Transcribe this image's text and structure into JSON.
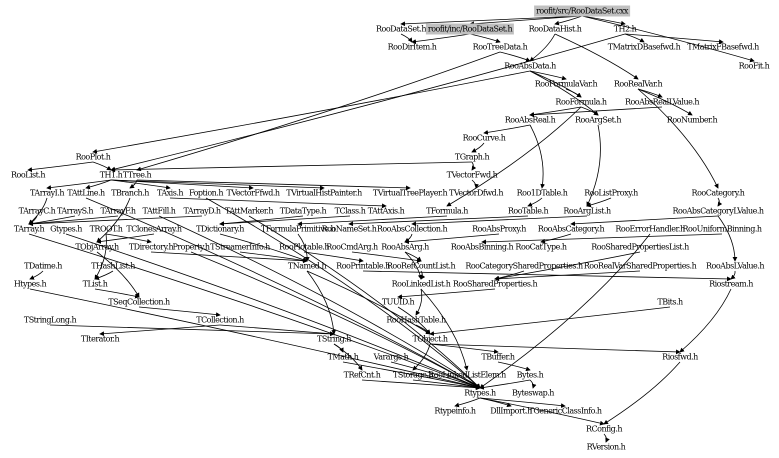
{
  "graph": {
    "title": "roofit/src/RooDataSet.cxx",
    "colors": {
      "root_fill": "#c0c0c0",
      "edge": "#000000",
      "background": "#ffffff"
    },
    "nodes": [
      {
        "id": "n0",
        "label": "roofit/src/RooDataSet.cxx",
        "root": true
      },
      {
        "id": "n1",
        "label": "RooDataSet.h"
      },
      {
        "id": "n2",
        "label": "roofit/inc/RooDataSet.h",
        "root": true
      },
      {
        "id": "n3",
        "label": "RooDataHist.h"
      },
      {
        "id": "n4",
        "label": "TH2.h"
      },
      {
        "id": "n5",
        "label": "RooDirItem.h"
      },
      {
        "id": "n6",
        "label": "RooTreeData.h"
      },
      {
        "id": "n7",
        "label": "TMatrixDBasefwd.h"
      },
      {
        "id": "n8",
        "label": "TMatrixFBasefwd.h"
      },
      {
        "id": "n9",
        "label": "RooFit.h"
      },
      {
        "id": "n10",
        "label": "RooAbsData.h"
      },
      {
        "id": "n11",
        "label": "RooFormulaVar.h"
      },
      {
        "id": "n12",
        "label": "RooRealVar.h"
      },
      {
        "id": "n13",
        "label": "RooFormula.h"
      },
      {
        "id": "n14",
        "label": "RooAbsRealLValue.h"
      },
      {
        "id": "n15",
        "label": "RooAbsReal.h"
      },
      {
        "id": "n16",
        "label": "RooArgSet.h"
      },
      {
        "id": "n17",
        "label": "RooNumber.h"
      },
      {
        "id": "n18",
        "label": "RooCurve.h"
      },
      {
        "id": "n19",
        "label": "RooPlot.h"
      },
      {
        "id": "n20",
        "label": "TGraph.h"
      },
      {
        "id": "n21",
        "label": "RooList.h"
      },
      {
        "id": "n22",
        "label": "TH1.h"
      },
      {
        "id": "n23",
        "label": "TTree.h"
      },
      {
        "id": "n24",
        "label": "TVectorFwd.h"
      },
      {
        "id": "n25",
        "label": "TArrayI.h"
      },
      {
        "id": "n26",
        "label": "TAttLine.h"
      },
      {
        "id": "n27",
        "label": "TBranch.h"
      },
      {
        "id": "n28",
        "label": "TAxis.h"
      },
      {
        "id": "n29",
        "label": "Foption.h"
      },
      {
        "id": "n30",
        "label": "TVectorFfwd.h"
      },
      {
        "id": "n31",
        "label": "TVirtualHistPainter.h"
      },
      {
        "id": "n32",
        "label": "TVirtualTreePlayer.h"
      },
      {
        "id": "n33",
        "label": "TVectorDfwd.h"
      },
      {
        "id": "n34",
        "label": "Roo1DTable.h"
      },
      {
        "id": "n35",
        "label": "RooListProxy.h"
      },
      {
        "id": "n36",
        "label": "RooCategory.h"
      },
      {
        "id": "n37",
        "label": "TArrayC.h"
      },
      {
        "id": "n38",
        "label": "TArrayS.h"
      },
      {
        "id": "n39",
        "label": "TArrayF.h"
      },
      {
        "id": "n40",
        "label": "TAttFill.h"
      },
      {
        "id": "n41",
        "label": "TArrayD.h"
      },
      {
        "id": "n42",
        "label": "TAttMarker.h"
      },
      {
        "id": "n43",
        "label": "TDataType.h"
      },
      {
        "id": "n44",
        "label": "TClass.h"
      },
      {
        "id": "n45",
        "label": "TAttAxis.h"
      },
      {
        "id": "n46",
        "label": "TFormula.h"
      },
      {
        "id": "n47",
        "label": "RooTable.h"
      },
      {
        "id": "n48",
        "label": "RooArgList.h"
      },
      {
        "id": "n49",
        "label": "RooAbsCategoryLValue.h"
      },
      {
        "id": "n50",
        "label": "TArray.h"
      },
      {
        "id": "n51",
        "label": "Gtypes.h"
      },
      {
        "id": "n52",
        "label": "TROOT.h"
      },
      {
        "id": "n53",
        "label": "TClonesArray.h"
      },
      {
        "id": "n54",
        "label": "TDictionary.h"
      },
      {
        "id": "n55",
        "label": "TFormulaPrimitive.h"
      },
      {
        "id": "n56",
        "label": "RooNameSet.h"
      },
      {
        "id": "n57",
        "label": "RooAbsCollection.h"
      },
      {
        "id": "n58",
        "label": "RooAbsProxy.h"
      },
      {
        "id": "n59",
        "label": "RooAbsCategory.h"
      },
      {
        "id": "n60",
        "label": "RooErrorHandler.h"
      },
      {
        "id": "n61",
        "label": "RooUniformBinning.h"
      },
      {
        "id": "n62",
        "label": "TObjArray.h"
      },
      {
        "id": "n63",
        "label": "TDirectory.h"
      },
      {
        "id": "n64",
        "label": "Property.h"
      },
      {
        "id": "n65",
        "label": "TStreamerInfo.h"
      },
      {
        "id": "n66",
        "label": "RooPlotable.h"
      },
      {
        "id": "n67",
        "label": "RooCmdArg.h"
      },
      {
        "id": "n68",
        "label": "RooAbsArg.h"
      },
      {
        "id": "n69",
        "label": "RooAbsBinning.h"
      },
      {
        "id": "n70",
        "label": "RooCatType.h"
      },
      {
        "id": "n71",
        "label": "RooSharedPropertiesList.h"
      },
      {
        "id": "n72",
        "label": "TDatime.h"
      },
      {
        "id": "n73",
        "label": "THashList.h"
      },
      {
        "id": "n74",
        "label": "TNamed.h"
      },
      {
        "id": "n75",
        "label": "RooPrintable.h"
      },
      {
        "id": "n76",
        "label": "RooRefCountList.h"
      },
      {
        "id": "n77",
        "label": "RooCategorySharedProperties.h"
      },
      {
        "id": "n78",
        "label": "RooRealVarSharedProperties.h"
      },
      {
        "id": "n79",
        "label": "RooAbsLValue.h"
      },
      {
        "id": "n80",
        "label": "Htypes.h"
      },
      {
        "id": "n81",
        "label": "TList.h"
      },
      {
        "id": "n82",
        "label": "RooLinkedList.h"
      },
      {
        "id": "n83",
        "label": "RooSharedProperties.h"
      },
      {
        "id": "n84",
        "label": "Riostream.h"
      },
      {
        "id": "n85",
        "label": "TSeqCollection.h"
      },
      {
        "id": "n86",
        "label": "TUUID.h"
      },
      {
        "id": "n87",
        "label": "TBits.h"
      },
      {
        "id": "n88",
        "label": "TStringLong.h"
      },
      {
        "id": "n89",
        "label": "TCollection.h"
      },
      {
        "id": "n90",
        "label": "RooHashTable.h"
      },
      {
        "id": "n91",
        "label": "TIterator.h"
      },
      {
        "id": "n92",
        "label": "TString.h"
      },
      {
        "id": "n93",
        "label": "TObject.h"
      },
      {
        "id": "n94",
        "label": "TMath.h"
      },
      {
        "id": "n95",
        "label": "Varargs.h"
      },
      {
        "id": "n96",
        "label": "TBuffer.h"
      },
      {
        "id": "n97",
        "label": "Riosfwd.h"
      },
      {
        "id": "n98",
        "label": "TRefCnt.h"
      },
      {
        "id": "n99",
        "label": "TStorage.h"
      },
      {
        "id": "n100",
        "label": "RooLinkedListElem.h"
      },
      {
        "id": "n101",
        "label": "Bytes.h"
      },
      {
        "id": "n102",
        "label": "Rtypes.h"
      },
      {
        "id": "n103",
        "label": "Byteswap.h"
      },
      {
        "id": "n104",
        "label": "Rtypeinfo.h"
      },
      {
        "id": "n105",
        "label": "DllImport.h"
      },
      {
        "id": "n106",
        "label": "TGenericClassInfo.h"
      },
      {
        "id": "n107",
        "label": "RConfig.h"
      },
      {
        "id": "n108",
        "label": "RVersion.h"
      }
    ],
    "edges": [
      [
        "n0",
        "n1"
      ],
      [
        "n0",
        "n2"
      ],
      [
        "n0",
        "n3"
      ],
      [
        "n0",
        "n4"
      ],
      [
        "n0",
        "n9"
      ],
      [
        "n2",
        "n5"
      ],
      [
        "n2",
        "n6"
      ],
      [
        "n1",
        "n5"
      ],
      [
        "n3",
        "n10"
      ],
      [
        "n3",
        "n12"
      ],
      [
        "n4",
        "n7"
      ],
      [
        "n4",
        "n8"
      ],
      [
        "n4",
        "n22"
      ],
      [
        "n6",
        "n10"
      ],
      [
        "n6",
        "n23"
      ],
      [
        "n10",
        "n11"
      ],
      [
        "n10",
        "n13"
      ],
      [
        "n10",
        "n16"
      ],
      [
        "n10",
        "n19"
      ],
      [
        "n11",
        "n13"
      ],
      [
        "n12",
        "n14"
      ],
      [
        "n12",
        "n17"
      ],
      [
        "n12",
        "n36"
      ],
      [
        "n13",
        "n15"
      ],
      [
        "n13",
        "n16"
      ],
      [
        "n13",
        "n46"
      ],
      [
        "n14",
        "n15"
      ],
      [
        "n15",
        "n18"
      ],
      [
        "n15",
        "n34"
      ],
      [
        "n16",
        "n48"
      ],
      [
        "n18",
        "n20"
      ],
      [
        "n19",
        "n22"
      ],
      [
        "n19",
        "n21"
      ],
      [
        "n20",
        "n24"
      ],
      [
        "n20",
        "n22"
      ],
      [
        "n22",
        "n25"
      ],
      [
        "n22",
        "n26"
      ],
      [
        "n22",
        "n28"
      ],
      [
        "n22",
        "n30"
      ],
      [
        "n22",
        "n31"
      ],
      [
        "n23",
        "n27"
      ],
      [
        "n23",
        "n32"
      ],
      [
        "n24",
        "n33"
      ],
      [
        "n25",
        "n50"
      ],
      [
        "n27",
        "n62"
      ],
      [
        "n28",
        "n45"
      ],
      [
        "n34",
        "n47"
      ],
      [
        "n35",
        "n48"
      ],
      [
        "n36",
        "n49"
      ],
      [
        "n37",
        "n50"
      ],
      [
        "n38",
        "n50"
      ],
      [
        "n39",
        "n50"
      ],
      [
        "n41",
        "n50"
      ],
      [
        "n43",
        "n54"
      ],
      [
        "n44",
        "n54"
      ],
      [
        "n46",
        "n55"
      ],
      [
        "n47",
        "n56"
      ],
      [
        "n48",
        "n57"
      ],
      [
        "n49",
        "n59"
      ],
      [
        "n49",
        "n79"
      ],
      [
        "n50",
        "n102"
      ],
      [
        "n52",
        "n63"
      ],
      [
        "n52",
        "n81"
      ],
      [
        "n53",
        "n62"
      ],
      [
        "n54",
        "n74"
      ],
      [
        "n55",
        "n74"
      ],
      [
        "n57",
        "n68"
      ],
      [
        "n58",
        "n68"
      ],
      [
        "n59",
        "n70"
      ],
      [
        "n61",
        "n69"
      ],
      [
        "n62",
        "n85"
      ],
      [
        "n63",
        "n74"
      ],
      [
        "n66",
        "n75"
      ],
      [
        "n67",
        "n76"
      ],
      [
        "n68",
        "n76"
      ],
      [
        "n68",
        "n82"
      ],
      [
        "n71",
        "n83"
      ],
      [
        "n72",
        "n80"
      ],
      [
        "n73",
        "n81"
      ],
      [
        "n74",
        "n92"
      ],
      [
        "n74",
        "n93"
      ],
      [
        "n75",
        "n84"
      ],
      [
        "n76",
        "n82"
      ],
      [
        "n77",
        "n83"
      ],
      [
        "n78",
        "n83"
      ],
      [
        "n79",
        "n84"
      ],
      [
        "n81",
        "n85"
      ],
      [
        "n82",
        "n90"
      ],
      [
        "n82",
        "n100"
      ],
      [
        "n83",
        "n86"
      ],
      [
        "n84",
        "n97"
      ],
      [
        "n85",
        "n89"
      ],
      [
        "n86",
        "n93"
      ],
      [
        "n87",
        "n93"
      ],
      [
        "n89",
        "n91"
      ],
      [
        "n89",
        "n92"
      ],
      [
        "n90",
        "n93"
      ],
      [
        "n92",
        "n94"
      ],
      [
        "n92",
        "n98"
      ],
      [
        "n93",
        "n99"
      ],
      [
        "n93",
        "n96"
      ],
      [
        "n93",
        "n97"
      ],
      [
        "n94",
        "n102"
      ],
      [
        "n96",
        "n101"
      ],
      [
        "n98",
        "n102"
      ],
      [
        "n99",
        "n102"
      ],
      [
        "n100",
        "n102"
      ],
      [
        "n101",
        "n103"
      ],
      [
        "n101",
        "n102"
      ],
      [
        "n102",
        "n104"
      ],
      [
        "n102",
        "n105"
      ],
      [
        "n102",
        "n106"
      ],
      [
        "n102",
        "n107"
      ],
      [
        "n107",
        "n108"
      ],
      [
        "n97",
        "n107"
      ],
      [
        "n88",
        "n92"
      ],
      [
        "n65",
        "n74"
      ],
      [
        "n64",
        "n102"
      ],
      [
        "n95",
        "n102"
      ],
      [
        "n51",
        "n102"
      ],
      [
        "n40",
        "n102"
      ],
      [
        "n42",
        "n102"
      ],
      [
        "n26",
        "n102"
      ],
      [
        "n29",
        "n102"
      ],
      [
        "n60",
        "n102"
      ],
      [
        "n80",
        "n102"
      ]
    ]
  }
}
